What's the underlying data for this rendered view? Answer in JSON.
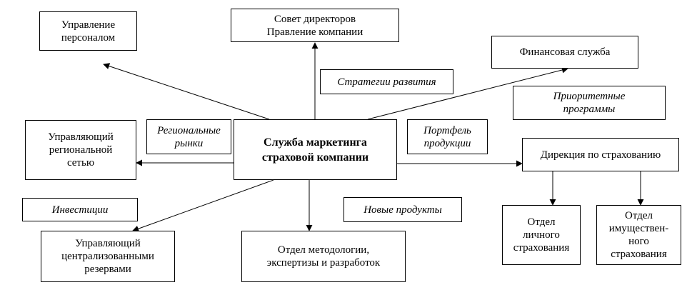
{
  "central": "Служба маркетинга\nстраховой компании",
  "nodes": {
    "personnel": "Управление\nперсоналом",
    "board": "Совет директоров\nПравление  компании",
    "finance": "Финансовая служба",
    "regional_manager": "Управляющий\nрегиональной\nсетью",
    "insurance_directorate": "Дирекция по страхованию",
    "reserves_manager": "Управляющий\nцентрализованными\nрезервами",
    "methodology": "Отдел методологии,\nэкспертизы и разработок",
    "personal_insurance": "Отдел\nличного\nстрахования",
    "property_insurance": "Отдел\nимуществен-\nного\nстрахования"
  },
  "labels": {
    "strategies": "Стратегии развития",
    "priority_programs": "Приоритетные\nпрограммы",
    "regional_markets": "Региональные\nрынки",
    "product_portfolio": "Портфель\nпродукции",
    "investments": "Инвестиции",
    "new_products": "Новые  продукты"
  }
}
